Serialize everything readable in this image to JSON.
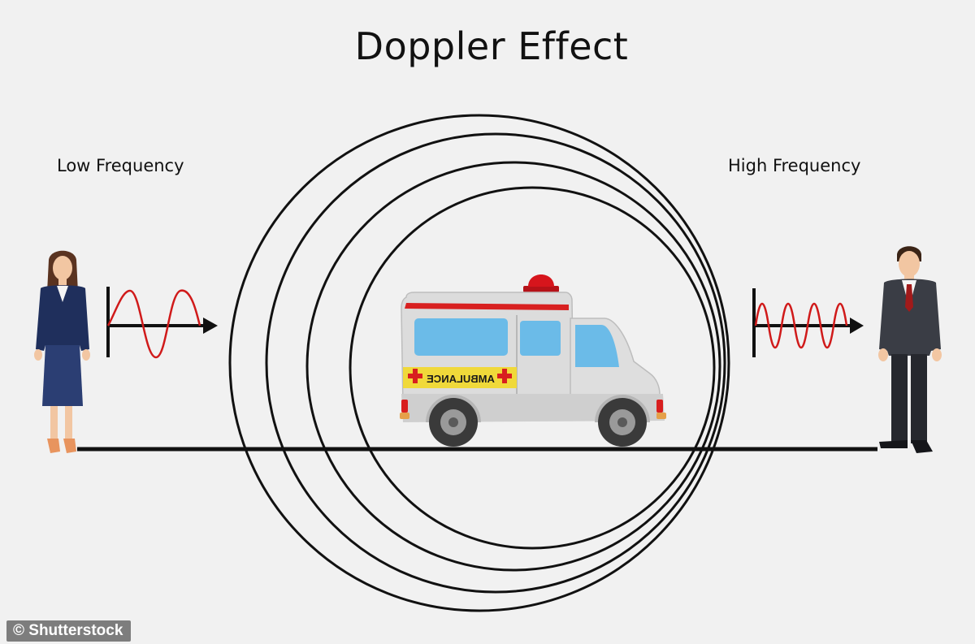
{
  "title": "Doppler Effect",
  "labels": {
    "low": "Low Frequency",
    "high": "High Frequency"
  },
  "ambulance": {
    "text": "AMBULANCE"
  },
  "watermark": "© Shutterstock",
  "colors": {
    "background": "#f1f1f1",
    "wave": "#d01a1a",
    "circles": "#111111",
    "siren": "#c8161c"
  }
}
